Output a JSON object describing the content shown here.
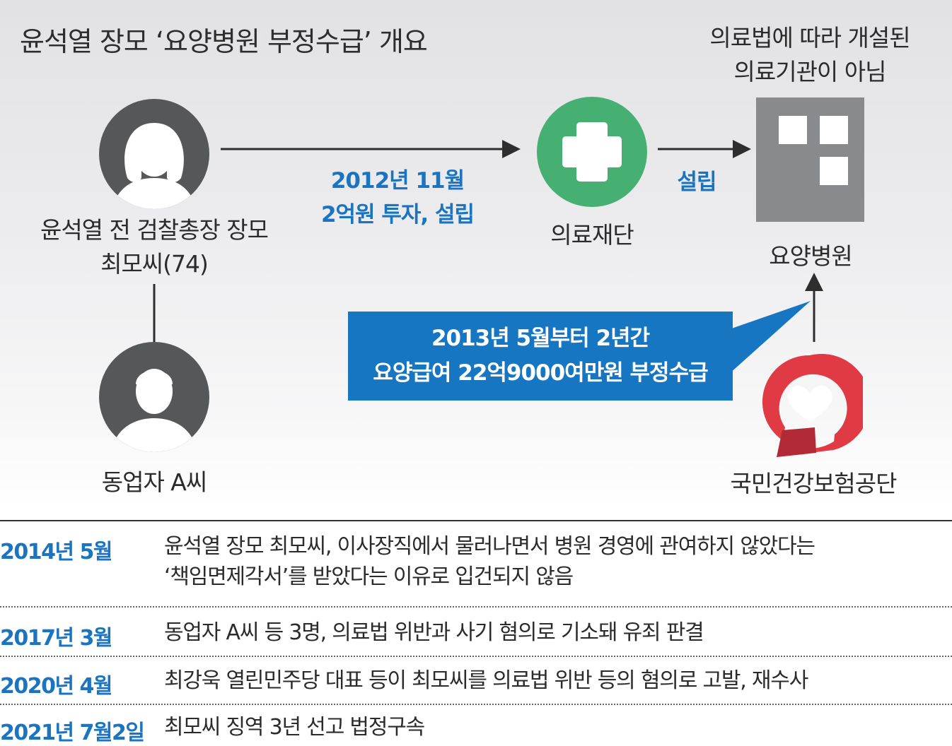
{
  "title": "윤석열 장모 ‘요양병원 부정수급’ 개요",
  "hospital_note": {
    "line1": "의료법에 따라 개설된",
    "line2": "의료기관이 아님"
  },
  "people": {
    "mother_in_law": {
      "line1": "윤석열 전 검찰총장 장모",
      "line2": "최모씨(74)"
    },
    "partner": {
      "label": "동업자 A씨"
    }
  },
  "investment": {
    "line1": "2012년 11월",
    "line2": "2억원 투자, 설립"
  },
  "foundation": {
    "label": "의료재단"
  },
  "establish": {
    "label": "설립"
  },
  "hospital": {
    "label": "요양병원"
  },
  "nhis": {
    "label": "국민건강보험공단"
  },
  "callout": {
    "line1": "2013년 5월부터 2년간",
    "line2": "요양급여 22억9000여만원 부정수급"
  },
  "colors": {
    "accent_blue": "#1a74c0",
    "callout_blue": "#1776c1",
    "foundation_green": "#45b071",
    "avatar_gray": "#555759",
    "hospital_gray": "#888a8d",
    "nhis_red": "#e03a44"
  },
  "icons": {
    "mother_in_law": "woman-silhouette-icon",
    "partner": "man-silhouette-icon",
    "foundation": "medical-cross-icon",
    "hospital": "building-icon",
    "nhis": "heart-logo-icon"
  },
  "timeline": [
    {
      "date": "2014년 5월",
      "lines": [
        "윤석열 장모 최모씨, 이사장직에서 물러나면서 병원 경영에 관여하지 않았다는",
        "‘책임면제각서’를 받았다는 이유로 입건되지 않음"
      ]
    },
    {
      "date": "2017년 3월",
      "lines": [
        "동업자 A씨 등 3명, 의료법 위반과 사기 혐의로 기소돼 유죄 판결"
      ]
    },
    {
      "date": "2020년 4월",
      "lines": [
        "최강욱 열린민주당 대표 등이 최모씨를 의료법 위반 등의 혐의로 고발, 재수사"
      ]
    },
    {
      "date": "2021년 7월2일",
      "lines": [
        "최모씨 징역 3년 선고 법정구속"
      ]
    }
  ]
}
